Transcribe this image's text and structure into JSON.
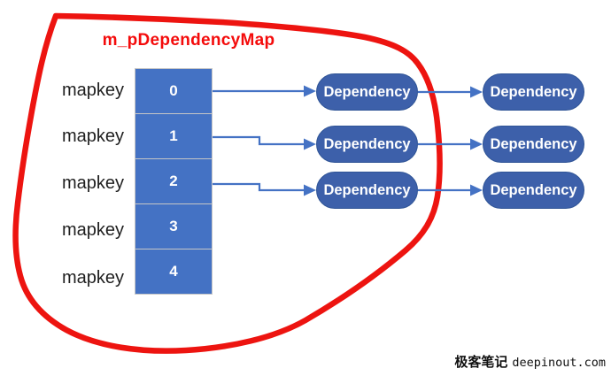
{
  "title": "m_pDependencyMap",
  "labels": {
    "mapkey": "mapkey",
    "dependency": "Dependency"
  },
  "array_cells": [
    "0",
    "1",
    "2",
    "3",
    "4"
  ],
  "rows_with_dependencies": [
    {
      "index": "0",
      "chain": [
        "Dependency",
        "Dependency"
      ]
    },
    {
      "index": "1",
      "chain": [
        "Dependency",
        "Dependency"
      ]
    },
    {
      "index": "2",
      "chain": [
        "Dependency",
        "Dependency"
      ]
    }
  ],
  "watermark": {
    "cn": "极客笔记",
    "en": "deepinout.com"
  },
  "colors": {
    "cell_fill": "#4472C4",
    "cell_border": "#C6C6C6",
    "pill_fill": "#3D60AA",
    "pill_border": "#2F5496",
    "arrow": "#4472C4",
    "annotation_red": "#ED1410",
    "title_red": "#F40B0B",
    "text_dark": "#1F1F1F"
  }
}
